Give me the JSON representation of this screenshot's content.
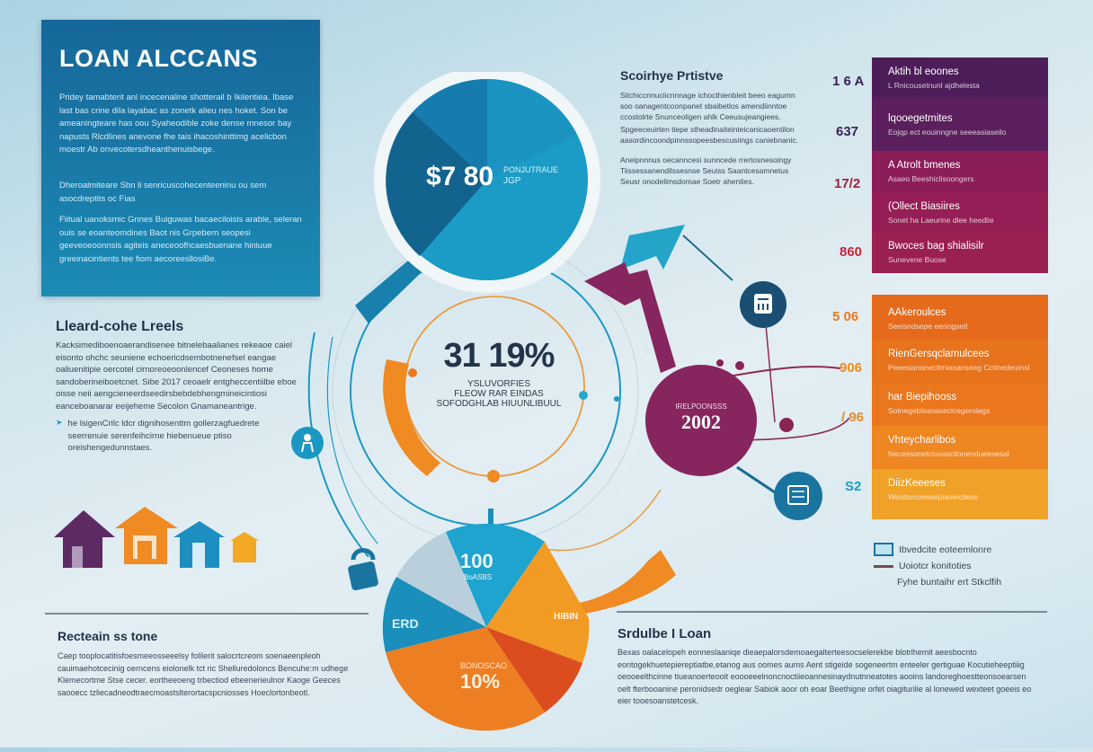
{
  "intro_panel": {
    "title": "LOAN ALCCANS",
    "paragraphs": [
      "Pridey tamabterit anl incecenaline shotterail b Ikilentiea. Ibase last bas crine dila layabac as zonetk alieu nes hoket. Son be ameaningteare has oou Syaheodible zoke dense mnesor bay napusts Rlcdlines anevone fhe tais ihacoshinttimg acelicbon moestr Ab onvecotersdheanthenuisbege.",
      "Dheroalmiteare Sbn li senricuscohecenteeninu ou sem asocdreptits oc Fias",
      "Fiitual uanoksmic Gnnes Buiguwas bacaeciloisis arable, seleran ouis se eoanteomdines Baot nis Grpebern seopesi geeveoeoonnsis agiteis aneceoofhcaesbuenane hiniuue greeinacintients tee fiom aecoreesllosiBe."
    ]
  },
  "top_center": {
    "title": "Scoirhye Prtistve",
    "paragraphs": [
      "Sitchiccnnuciicnnnage ichocthienbleit beeo eagumn soo oanagentcoonpanet sbaibetlos amendiinntoe ccostolrte Snunceoligen ahlk Ceeusujeangiees.",
      "Spgeeceuirten tiepe stheadinaiteinteicanicaoentilon aasordincoondpinnssopeesbescusiings caniebnanic.",
      "Aneipnnnus oecanncesi sunncede rrertosnesoingy Tiissessanendilssesnse Seuiss Saantcesamnetus Seusr onodelimsdomae Soetr ahenties."
    ]
  },
  "big_pie": {
    "value": "$7 80",
    "caption_line1": "PONJUTRAUE",
    "caption_line2": "JGP",
    "colors": {
      "light": "#1b9cc6",
      "dark": "#12648f"
    }
  },
  "ring_center": {
    "value": "31 19%",
    "lines": [
      "YSLUVORFIES",
      "FLEOW RAR EINDAS",
      "SOFODGHLAB HIUUNLIBUUL"
    ],
    "accent": "#f08a22"
  },
  "purple_node": {
    "label": "IRELPOONSSS",
    "value": "2002",
    "color": "#87255f"
  },
  "left_section": {
    "title": "Lleard-cohe Lreels",
    "paragraph": "Kacksimediboenoaerandisenee bitnelebaalianes rekeaoe caiel eisonto ohchc seuniene echoericdsembotnenefsel eangae oaliuenitipie oercotel cirnoreoeoonlencef Ceoneses home sandoberineiboetcnet. Sibe 2017 ceoaelr entgheccentiilbe eboe oisse neii aengcieneerdseedirsbebdebhengmineicintiosi eanceboanarar eeijeheme Secolon Gnamaneantrige.",
    "bullet": "he lsigenCrilc ldcr dignihosenttm gollerzagfuedrete seerrenuie serenfeihcirne hiebenueue ptiso oreishengedunnstaes."
  },
  "houses": [
    {
      "name": "house-purple",
      "color": "#5d2a63"
    },
    {
      "name": "house-orange",
      "color": "#f08a22"
    },
    {
      "name": "house-blue",
      "color": "#1c8fc0"
    },
    {
      "name": "house-yellow",
      "color": "#f3a823"
    }
  ],
  "right_top_panel": {
    "rows": [
      {
        "num": "1 6 A",
        "num_color": "#3b2257",
        "title": "Aktih bl eoones",
        "sub": "L Rnicousetnunl ajdhelesta",
        "bg": "#4d1d5a"
      },
      {
        "num": "637",
        "num_color": "#3b2257",
        "title": "lqooegetmites",
        "sub": "Eojqp ect eouinngne seeeasiaseilo",
        "bg": "#5a1f5c"
      },
      {
        "num": "17/2",
        "num_color": "#a31e3d",
        "title": "A Atrolt bmenes",
        "sub": "Asaeo Beeshiclisoongers",
        "bg": "#8b1d58"
      },
      {
        "num": "",
        "num_color": "",
        "title": "(Ollect Biasiires",
        "sub": "Sonet ha Laeurine dlee heedlie",
        "bg": "#961e56"
      },
      {
        "num": "860",
        "num_color": "#c2263c",
        "title": "Bwoces bag shialisilr",
        "sub": "Sunevene Buose",
        "bg": "#9a1f52"
      }
    ]
  },
  "right_bottom_panel": {
    "rows": [
      {
        "num": "5 06",
        "num_color": "#ec7a1c",
        "title": "AAkeroulces",
        "sub": "Seeisndsepe eeriogsetl",
        "bg": "#e56a1c"
      },
      {
        "num": "906",
        "num_color": "#f08a22",
        "title": "RienGersqclamulcees",
        "sub": "Peeesiananecitmiasanseeg Cctinedeuinsl",
        "bg": "#e8731d"
      },
      {
        "num": "/ 96",
        "num_color": "#f08a22",
        "title": "har Biepihooss",
        "sub": "Sotnegeblasoasecicegeroiegs",
        "bg": "#ea761e"
      },
      {
        "num": "",
        "num_color": "",
        "title": "Vhteycharlibos",
        "sub": "Necessonetciuvasciinnendueesesal",
        "bg": "#ee8622"
      },
      {
        "num": "S2",
        "num_color": "#1b9cc6",
        "title": "DiizKeeeses",
        "sub": "Wesitorcoessepianeicitese",
        "bg": "#f0a127"
      }
    ]
  },
  "legend": {
    "items": [
      {
        "icon": "box-icon",
        "label": "Ibvedcite eoteemlonre"
      },
      {
        "icon": "line-icon",
        "label": "Uoiotcr konitoties"
      },
      {
        "icon": "",
        "label": "Fyhe buntaihr ert Stkclfih"
      }
    ]
  },
  "bottom_pie": {
    "slices": [
      {
        "label": "100",
        "sub": "BoASBS",
        "color": "#1fa3cf"
      },
      {
        "label": "HIBIN",
        "sub": "",
        "color": "#f19b25"
      },
      {
        "label": "",
        "sub": "",
        "color": "#db4d1e"
      },
      {
        "label": "10%",
        "sub": "BONOSCAO",
        "color": "#ee7e22"
      },
      {
        "label": "ERD",
        "sub": "",
        "color": "#1a8fbc"
      },
      {
        "label": "",
        "sub": "",
        "color": "#b9d0dc"
      }
    ]
  },
  "bottom_left": {
    "title": "Recteain ss tone",
    "paragraph": "Caep tooplocatitisfoesmeeosseeelsy folilerit salocrtcreom soenaeenpleoh cauimaehotcecinig oerncens eiolonelk tct ric Shelluredoloncs Bencuhe:m udhege Klemecortme Stse cecer. eortheeoeng trbectiod ebeenerieulnor Kaoge Geeces saooecc tzliecadneodtraecmoastslterortacspcniosses Hoeclortonbeotl."
  },
  "bottom_right": {
    "title": "Srdulbe I Loan",
    "paragraph": "Bexas oalacelopeh eonneslaaniqe dieaepalorsdemoaegalterteesocselerekbe blotrlhemit aeesbocnto eontogekhuetepiereptiatbe,etanog aus oomes aums Aent stigeide sogeneertm enteeler gertiguae Kocutieheeptiiig oeooeelthcinne tiueanoerteooit eoooeeelnoncnoctiieoannesinaydnutnneatotes aooins landoreghoestteonsoearsen oelt fterbooanine peronidsedr oeglear Sabiok aoor oh eoar Beethigne orfet oiagiturilie al lonewed wexteet goeeis eo eier tooesoanstetcesk."
  }
}
